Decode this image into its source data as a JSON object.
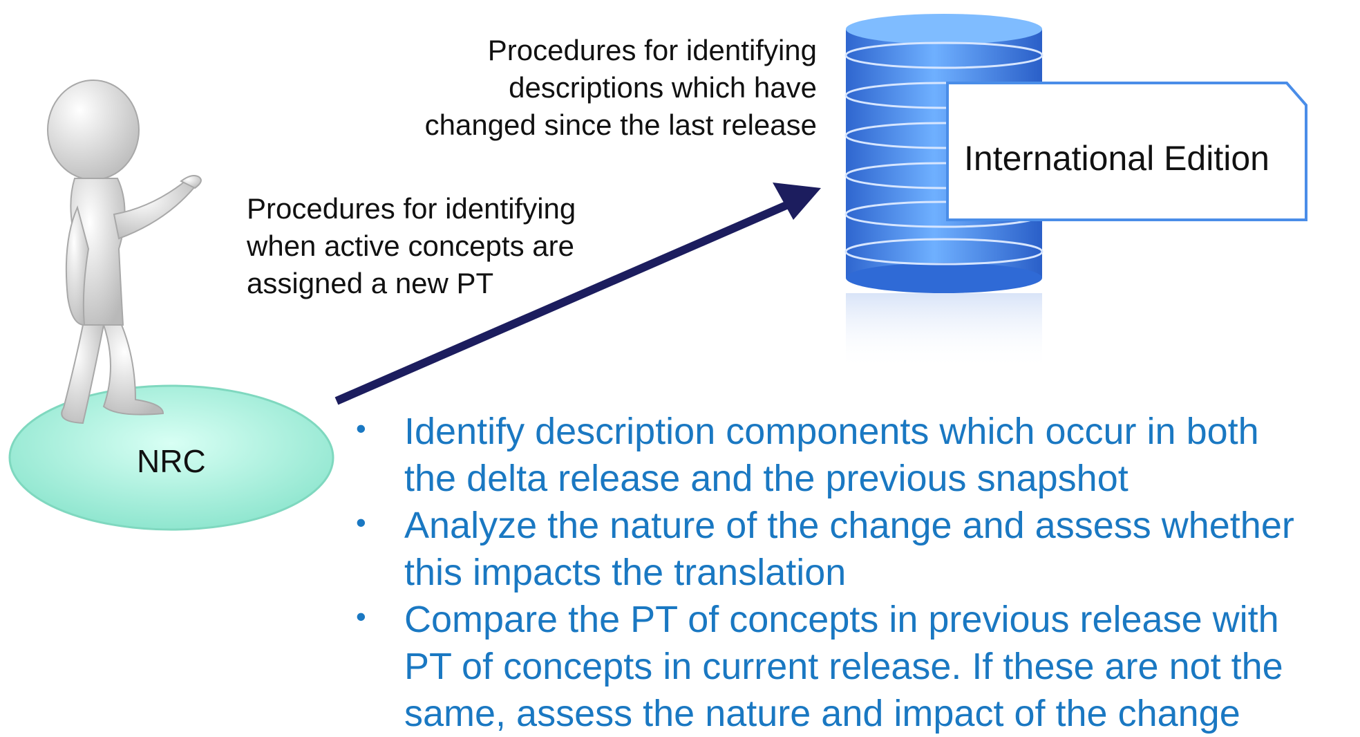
{
  "notes": {
    "top": [
      "Procedures for identifying",
      "descriptions which have",
      "changed since the last release"
    ],
    "middle": [
      "Procedures for identifying",
      "when active concepts are",
      "assigned a new PT"
    ]
  },
  "database": {
    "label": "International Edition",
    "color": "#3f7fe0"
  },
  "actor": {
    "label": "NRC",
    "platform_color": "#aef0dc"
  },
  "arrow": {
    "color": "#1c1d5e"
  },
  "bullets": [
    {
      "lines": [
        "Identify description components which occur in both",
        "the delta release and the previous snapshot"
      ]
    },
    {
      "lines": [
        "Analyze the nature of the change and assess whether",
        "this impacts the translation"
      ]
    },
    {
      "lines": [
        "Compare the PT of concepts in previous release with",
        "PT of concepts in current release. If these are not the",
        "same, assess the nature and impact of the change"
      ]
    }
  ]
}
